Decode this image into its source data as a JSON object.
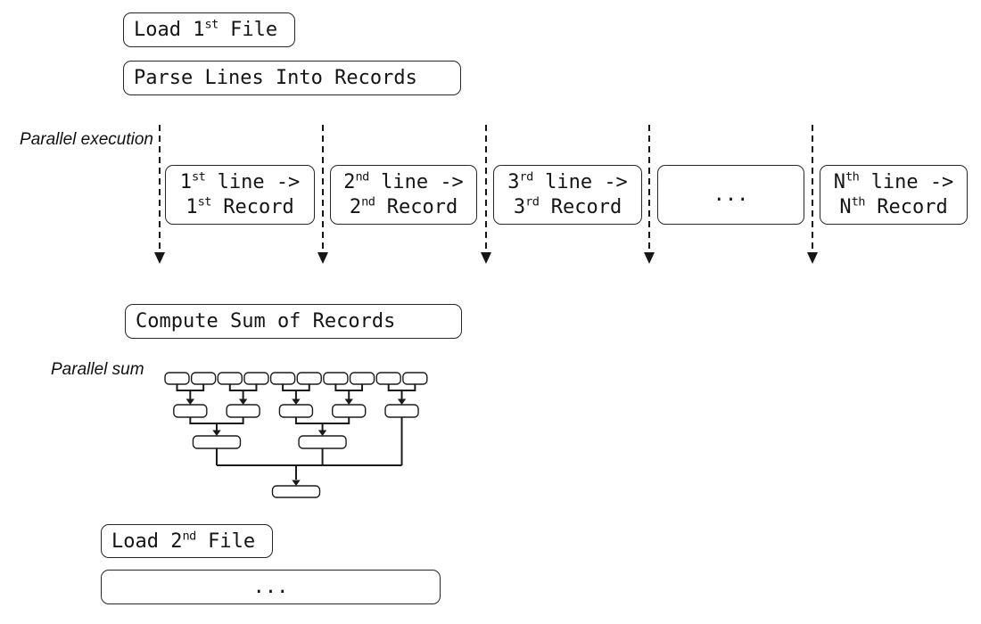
{
  "labels": {
    "parallel_execution": "Parallel execution",
    "parallel_sum": "Parallel sum"
  },
  "flow": {
    "load_first": {
      "pre": "Load 1",
      "sup": "st",
      "post": " File"
    },
    "parse": {
      "text": "Parse Lines Into Records"
    },
    "compute_sum": {
      "text": "Compute Sum of Records"
    },
    "load_second": {
      "pre": "Load 2",
      "sup": "nd",
      "post": " File"
    },
    "continuation": {
      "text": "..."
    }
  },
  "parallel_boxes": [
    {
      "line1": {
        "pre": "1",
        "sup": "st",
        "post": " line ->"
      },
      "line2": {
        "pre": "1",
        "sup": "st",
        "post": " Record"
      }
    },
    {
      "line1": {
        "pre": "2",
        "sup": "nd",
        "post": " line ->"
      },
      "line2": {
        "pre": "2",
        "sup": "nd",
        "post": " Record"
      }
    },
    {
      "line1": {
        "pre": "3",
        "sup": "rd",
        "post": " line ->"
      },
      "line2": {
        "pre": "3",
        "sup": "rd",
        "post": " Record"
      }
    },
    {
      "ellipsis": "..."
    },
    {
      "line1": {
        "pre": "N",
        "sup": "th",
        "post": " line ->"
      },
      "line2": {
        "pre": "N",
        "sup": "th",
        "post": " Record"
      }
    }
  ],
  "lane_arrow_count": 5,
  "tree": {
    "level_counts": [
      10,
      5,
      2,
      1
    ]
  },
  "colors": {
    "ink": "#1a1a1a",
    "background": "#ffffff"
  }
}
